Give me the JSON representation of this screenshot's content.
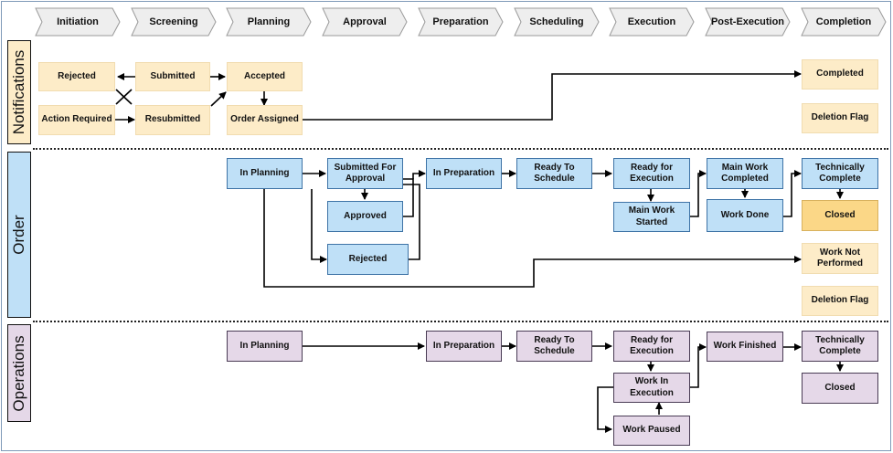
{
  "colors": {
    "notification_box": "#fdecc8",
    "notification_box_strong": "#fbd787",
    "order_box": "#bfe0f7",
    "operation_box": "#e5d8e8",
    "lane_notifications": "#fdecc8",
    "lane_order": "#bfe0f7",
    "lane_operations": "#e5d8e8",
    "phase_fill": "#eeeeee"
  },
  "phases": [
    "Initiation",
    "Screening",
    "Planning",
    "Approval",
    "Preparation",
    "Scheduling",
    "Execution",
    "Post-Execution",
    "Completion"
  ],
  "lanes": {
    "notifications": "Notifications",
    "order": "Order",
    "operations": "Operations"
  },
  "notifications": {
    "rejected": "Rejected",
    "submitted": "Submitted",
    "accepted": "Accepted",
    "action_required": "Action Required",
    "resubmitted": "Resubmitted",
    "order_assigned": "Order Assigned",
    "completed": "Completed",
    "deletion_flag": "Deletion Flag"
  },
  "order": {
    "in_planning": "In Planning",
    "submitted_for_approval": "Submitted For Approval",
    "approved": "Approved",
    "rejected": "Rejected",
    "in_preparation": "In Preparation",
    "ready_to_schedule": "Ready To Schedule",
    "ready_for_execution": "Ready for Execution",
    "main_work_started": "Main Work Started",
    "main_work_completed": "Main Work Completed",
    "work_done": "Work Done",
    "technically_complete": "Technically Complete",
    "closed": "Closed",
    "work_not_performed": "Work Not Performed",
    "deletion_flag": "Deletion Flag"
  },
  "operations": {
    "in_planning": "In Planning",
    "in_preparation": "In Preparation",
    "ready_to_schedule": "Ready To Schedule",
    "ready_for_execution": "Ready for Execution",
    "work_in_execution": "Work In Execution",
    "work_paused": "Work Paused",
    "work_finished": "Work Finished",
    "technically_complete": "Technically Complete",
    "closed": "Closed"
  }
}
